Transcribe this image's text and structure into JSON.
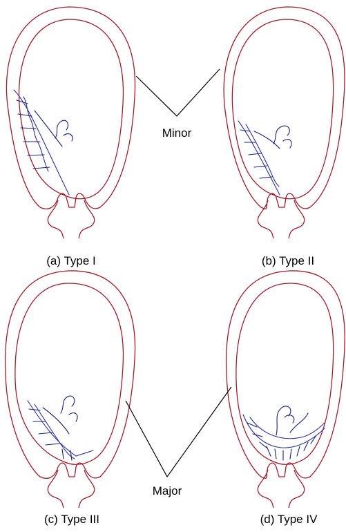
{
  "diagram": {
    "top_group_label": "Minor",
    "bottom_group_label": "Major",
    "panels": [
      {
        "label": "(a) Type I"
      },
      {
        "label": "(b) Type II"
      },
      {
        "label": "(c) Type III"
      },
      {
        "label": "(d) Type IV"
      }
    ]
  },
  "colors": {
    "wall": "#a01c2c",
    "vessel": "#2b2f9e",
    "vessel_dark": "#1a1f7a",
    "connector": "#000000",
    "background": "#ffffff"
  }
}
